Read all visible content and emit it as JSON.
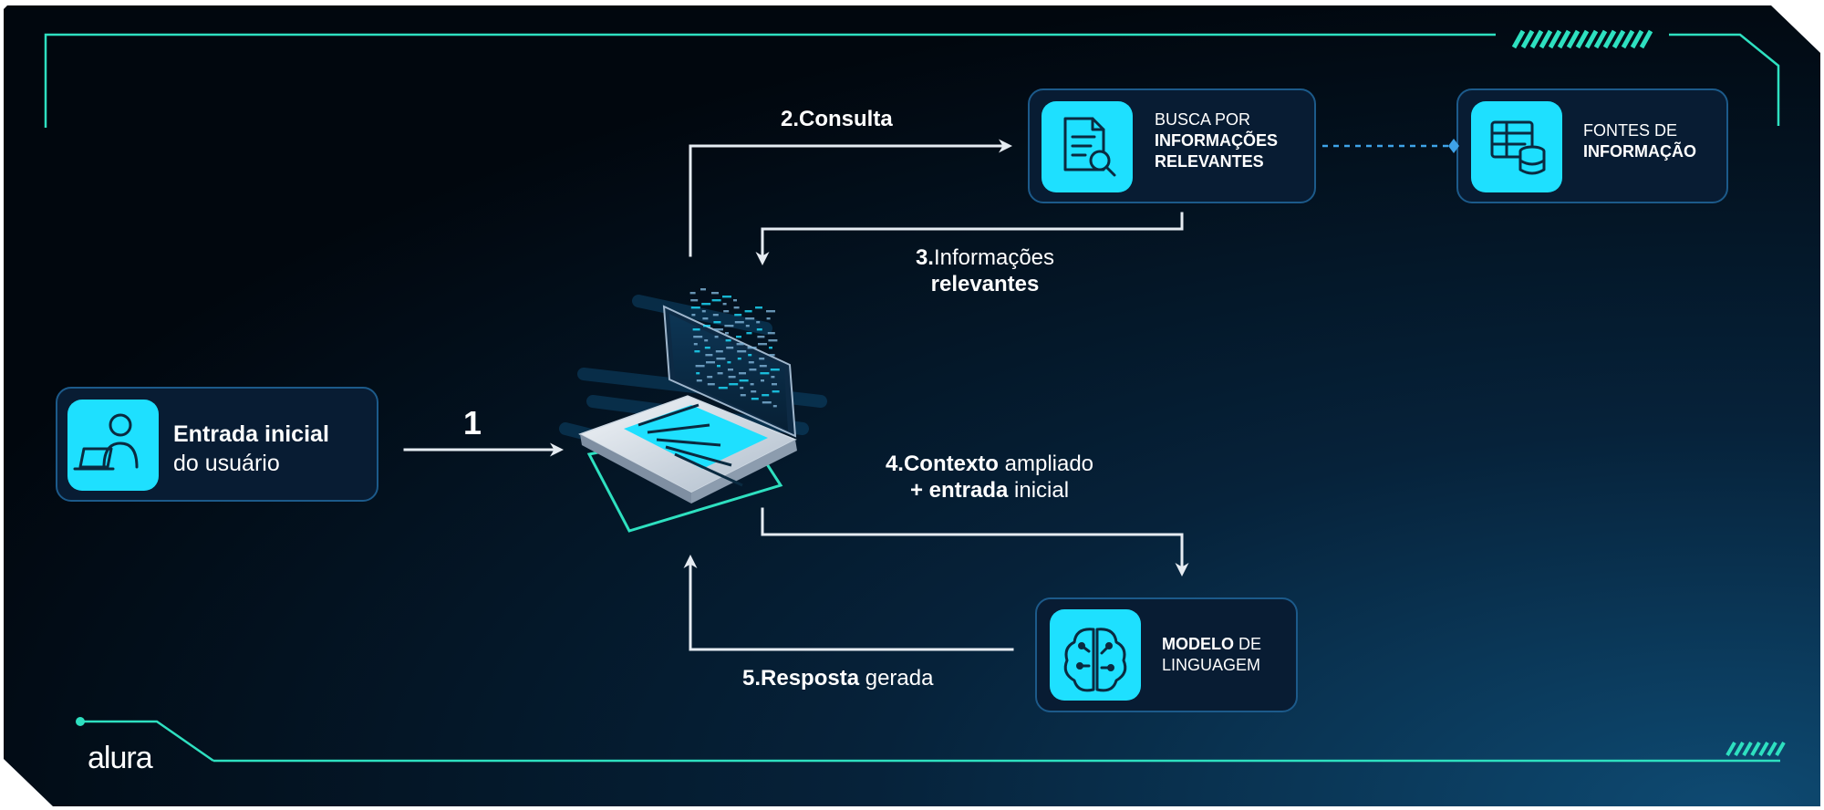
{
  "brand": {
    "logo": "alura"
  },
  "colors": {
    "background_dark": "#020b14",
    "background_blue": "#0b3a5c",
    "accent_teal": "#2ee0c0",
    "tile_cyan": "#1ee0ff",
    "card_fill": "#081c33",
    "card_border": "#1c5a8a",
    "arrow": "#e6ecf2"
  },
  "cards": {
    "user_input": {
      "icon": "person-laptop-icon",
      "line1_bold": "Entrada inicial",
      "line2": "do usuário"
    },
    "search": {
      "icon": "document-search-icon",
      "line1": "BUSCA POR",
      "line2_bold": "INFORMAÇÕES",
      "line3_bold": "RELEVANTES"
    },
    "sources": {
      "icon": "database-table-icon",
      "line1": "FONTES DE",
      "line2_bold": "INFORMAÇÃO"
    },
    "model": {
      "icon": "brain-circuit-icon",
      "line1_bold": "MODELO",
      "line1_rest": " DE",
      "line2": "LINGUAGEM"
    }
  },
  "steps": {
    "step1": {
      "number": "1"
    },
    "step2": {
      "bold": "2.Consulta"
    },
    "step3": {
      "bold_prefix": "3.",
      "line1_rest": "Informações",
      "line2_bold": "relevantes"
    },
    "step4": {
      "line1_bold": "4.Contexto",
      "line1_rest": " ampliado",
      "line2_bold": "+ entrada",
      "line2_rest": " inicial"
    },
    "step5": {
      "bold": "5.Resposta",
      "rest": " gerada"
    }
  },
  "center": {
    "icon": "laptop-icon"
  }
}
